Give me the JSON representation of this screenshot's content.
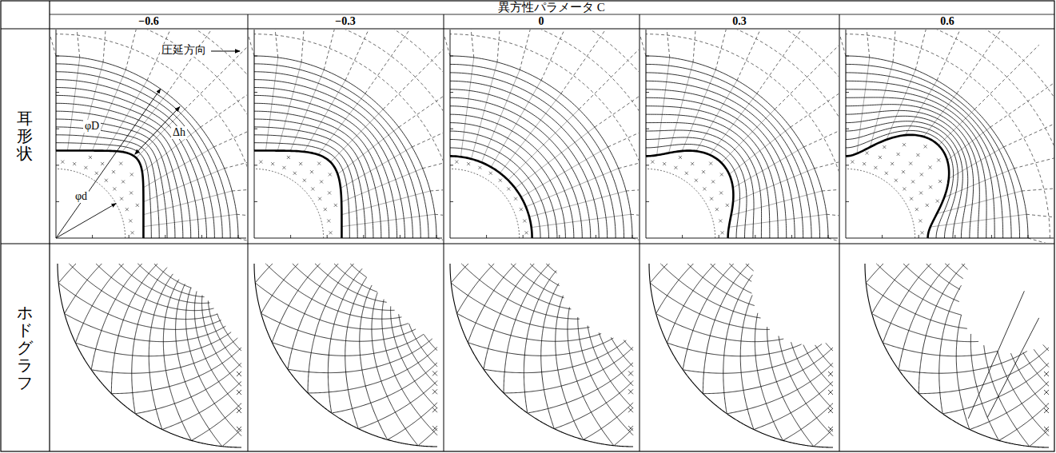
{
  "diagram": {
    "labels": [
      "異方性パラメータ C",
      "−0.6",
      "−0.3",
      "0",
      "0.3",
      "0.6",
      "耳形状",
      "ホドグラフ",
      "圧延方向",
      "φD",
      "φd",
      "Δh"
    ]
  }
}
